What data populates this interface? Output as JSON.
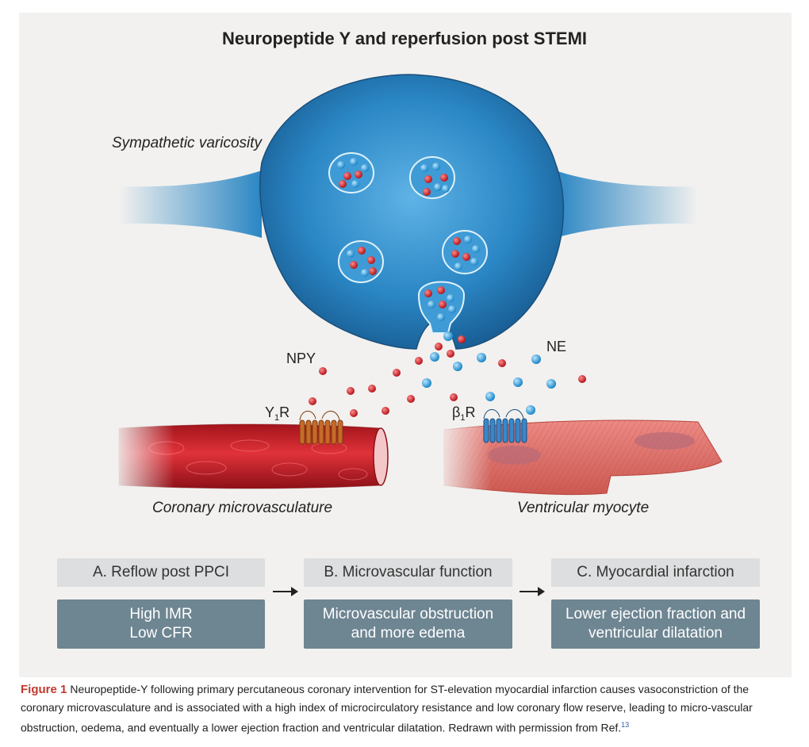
{
  "title": "Neuropeptide Y and reperfusion post STEMI",
  "labels": {
    "varicosity": "Sympathetic varicosity",
    "npy": "NPY",
    "ne": "NE",
    "y1r_main": "Y",
    "y1r_sub": "1",
    "y1r_end": "R",
    "b1r_main": "β",
    "b1r_sub": "1",
    "b1r_end": "R",
    "coronary": "Coronary microvasculature",
    "myocyte": "Ventricular myocyte"
  },
  "boxes": [
    {
      "header": "A. Reflow post PPCI",
      "line1": "High IMR",
      "line2": "Low CFR"
    },
    {
      "header": "B. Microvascular  function",
      "line1": "Microvascular obstruction",
      "line2": "and more edema"
    },
    {
      "header": "C. Myocardial infarction",
      "line1": "Lower ejection fraction and",
      "line2": "ventricular dilatation"
    }
  ],
  "caption": {
    "figure_label": "Figure 1",
    "text": "Neuropeptide-Y following primary percutaneous coronary intervention for ST-elevation myocardial infarction causes vasoconstriction of the coronary microvasculature and is associated with a high index of microcirculatory resistance and low coronary flow reserve, leading to micro-vascular obstruction, oedema, and eventually a lower ejection fraction and ventricular dilatation. Redrawn with permission from Ref.",
    "ref": "13"
  },
  "colors": {
    "varicosity": "#2a86c4",
    "npy": "#c8202a",
    "ne": "#2e9fe0",
    "vessel": "#c41c24",
    "myocyte": "#e0706a",
    "box_head": "#dcdedf",
    "box_body": "#6e8592",
    "figure_label": "#c0392b"
  }
}
